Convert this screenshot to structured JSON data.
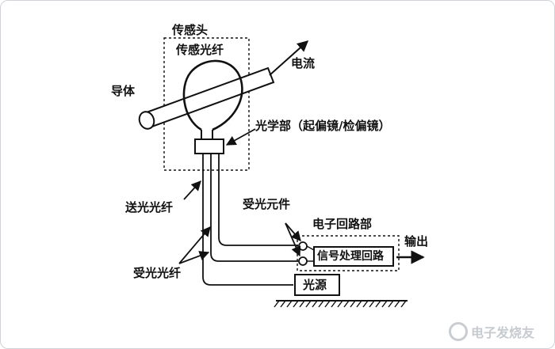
{
  "labels": {
    "sensor_head": "传感头",
    "sensing_fiber": "传感光纤",
    "conductor": "导体",
    "current": "电流",
    "optical_part": "光学部（起偏镜/检偏镜）",
    "send_fiber": "送光光纤",
    "receiving_element": "受光元件",
    "electronic_circuit": "电子回路部",
    "output": "输出",
    "receive_fiber": "受光光纤",
    "signal_processing": "信号处理回路",
    "light_source": "光源"
  },
  "watermark": "电子发烧友",
  "colors": {
    "line": "#111111",
    "background": "#ffffff",
    "watermark": "#c7cbd0"
  }
}
